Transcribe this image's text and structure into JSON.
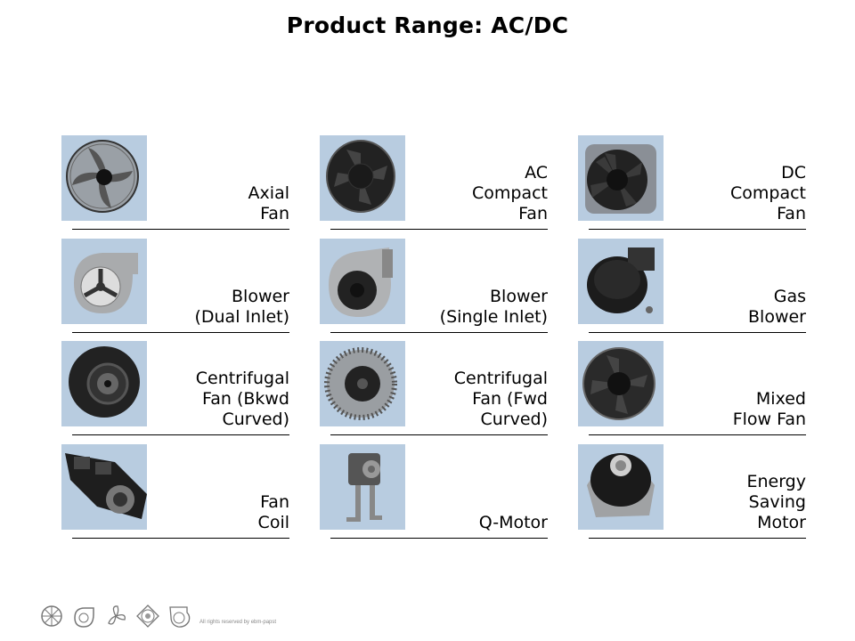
{
  "title": "Product Range: AC/DC",
  "products": [
    {
      "label": "Axial\nFan",
      "icon": "axial-fan-icon"
    },
    {
      "label": "AC\nCompact\nFan",
      "icon": "ac-compact-fan-icon"
    },
    {
      "label": "DC\nCompact\nFan",
      "icon": "dc-compact-fan-icon"
    },
    {
      "label": "Blower\n(Dual Inlet)",
      "icon": "dual-inlet-blower-icon"
    },
    {
      "label": "Blower\n(Single Inlet)",
      "icon": "single-inlet-blower-icon"
    },
    {
      "label": "Gas\nBlower",
      "icon": "gas-blower-icon"
    },
    {
      "label": "Centrifugal\nFan (Bkwd\nCurved)",
      "icon": "backward-curved-centrifugal-fan-icon"
    },
    {
      "label": "Centrifugal\nFan (Fwd\nCurved)",
      "icon": "forward-curved-centrifugal-fan-icon"
    },
    {
      "label": "Mixed\nFlow Fan",
      "icon": "mixed-flow-fan-icon"
    },
    {
      "label": "Fan\nCoil",
      "icon": "fan-coil-icon"
    },
    {
      "label": "Q-Motor",
      "icon": "q-motor-icon"
    },
    {
      "label": "Energy\nSaving\nMotor",
      "icon": "energy-saving-motor-icon"
    }
  ],
  "footer": {
    "icons": [
      "axial-guard-icon",
      "blower-outline-icon",
      "propeller-icon",
      "compact-fan-outline-icon",
      "centrifugal-outline-icon"
    ],
    "copyright": "All rights reserved by ebm-papst"
  },
  "colors": {
    "thumb_bg": "#b8cce0",
    "text": "#000000",
    "footer_text": "#888888"
  }
}
